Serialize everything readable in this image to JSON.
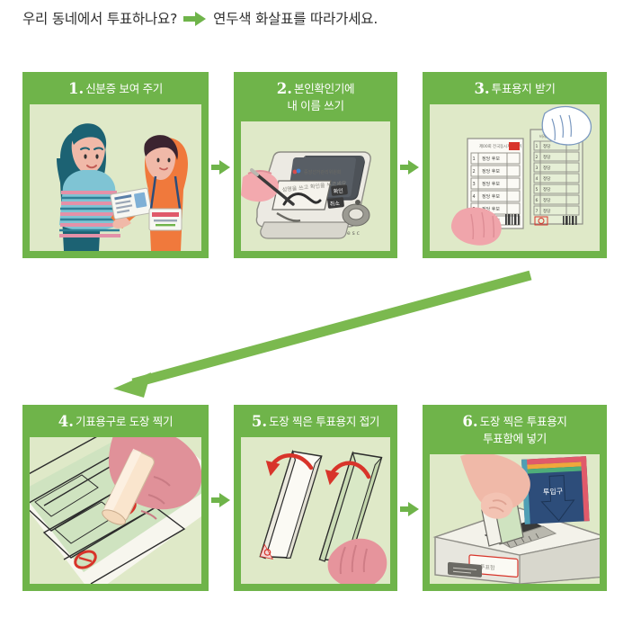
{
  "header": {
    "question": "우리 동네에서 투표하나요?",
    "arrow_icon": "arrow-right-icon",
    "instruction": "연두색 화살표를 따라가세요."
  },
  "colors": {
    "brand_green": "#6fb44a",
    "panel_green": "#dfe9c8",
    "title_text": "#ffffff",
    "body_text": "#2d2d2d",
    "skin": "#f0b9a8",
    "accent_red": "#d8342a",
    "navy": "#2d4d7a",
    "orange": "#f0793c",
    "teal": "#4f9fb5"
  },
  "steps": [
    {
      "number": "1.",
      "title_lines": [
        "신분증 보여 주기"
      ],
      "illustration": "person-showing-id-card",
      "arrow_after": "arrow-right-icon"
    },
    {
      "number": "2.",
      "title_lines": [
        "본인확인기에",
        "내 이름 쓰기"
      ],
      "illustration": "signing-identity-verification-device",
      "arrow_after": "arrow-right-icon"
    },
    {
      "number": "3.",
      "title_lines": [
        "투표용지 받기"
      ],
      "illustration": "receiving-ballot-papers",
      "arrow_after": null
    },
    {
      "number": "4.",
      "title_lines": [
        "기표용구로 도장 찍기"
      ],
      "illustration": "stamping-ballot-with-tool",
      "arrow_after": "arrow-right-icon"
    },
    {
      "number": "5.",
      "title_lines": [
        "도장 찍은 투표용지 접기"
      ],
      "illustration": "folding-stamped-ballot",
      "arrow_after": "arrow-right-icon"
    },
    {
      "number": "6.",
      "title_lines": [
        "도장 찍은 투표용지",
        "투표함에 넣기"
      ],
      "illustration": "inserting-ballot-into-box",
      "arrow_after": null
    }
  ],
  "flow_arrow": {
    "name": "row-connector-arrow",
    "direction": "right-to-left-descending"
  }
}
